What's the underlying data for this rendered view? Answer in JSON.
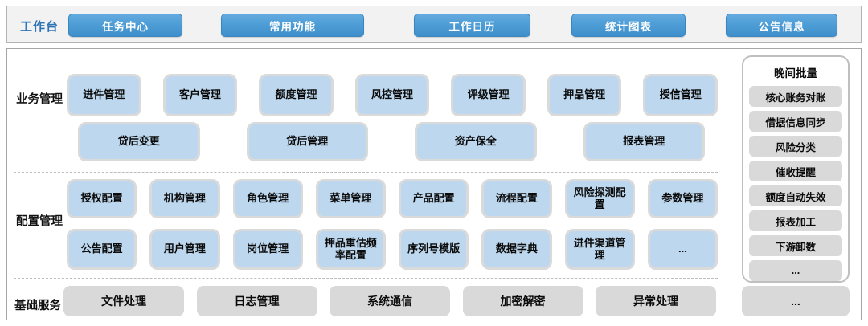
{
  "workbench": {
    "label": "工作台",
    "buttons": [
      "任务中心",
      "常用功能",
      "工作日历",
      "统计图表",
      "公告信息"
    ]
  },
  "sections": {
    "business": {
      "label": "业务管理",
      "row1": [
        "进件管理",
        "客户管理",
        "额度管理",
        "风控管理",
        "评级管理",
        "押品管理",
        "授信管理"
      ],
      "row2": [
        "贷后变更",
        "贷后管理",
        "资产保全",
        "报表管理"
      ]
    },
    "config": {
      "label": "配置管理",
      "row1": [
        "授权配置",
        "机构管理",
        "角色管理",
        "菜单管理",
        "产品配置",
        "流程配置",
        "风险探测配置",
        "参数管理"
      ],
      "row2": [
        "公告配置",
        "用户管理",
        "岗位管理",
        "押品重估频率配置",
        "序列号模版",
        "数据字典",
        "进件渠道管理",
        "..."
      ]
    },
    "base": {
      "label": "基础服务",
      "items": [
        "文件处理",
        "日志管理",
        "系统通信",
        "加密解密",
        "异常处理",
        "..."
      ]
    },
    "batch": {
      "title": "晚间批量",
      "items": [
        "核心账务对账",
        "借据信息同步",
        "风险分类",
        "催收提醒",
        "额度自动失效",
        "报表加工",
        "下游卸数",
        "..."
      ]
    }
  },
  "colors": {
    "accent_blue": "#4E9DD6",
    "module_blue": "#BDD7EE",
    "module_gray": "#D9D9D9",
    "label_blue": "#2E75B6"
  }
}
